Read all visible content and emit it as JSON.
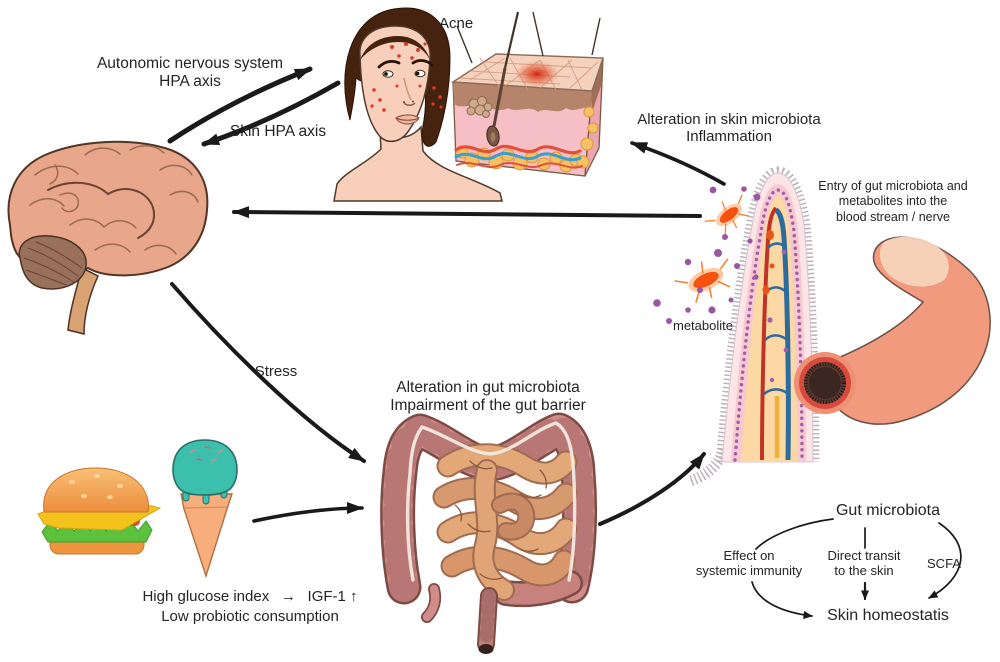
{
  "labels": {
    "acne": "Acne",
    "autonomic": "Autonomic nervous system\nHPA axis",
    "skin_hpa": "Skin HPA axis",
    "alteration_skin": "Alteration in skin microbiota\nInflammation",
    "entry": "Entry of gut microbiota and\nmetabolites into the\nblood stream / nerve",
    "metabolite": "metabolite",
    "stress": "Stress",
    "alteration_gut": "Alteration in gut microbiota\nImpairment of the gut barrier",
    "diet": "High glucose index  →  IGF-1 ↑\nLow probiotic consumption",
    "gut_microbiota": "Gut microbiota",
    "effect_immunity": "Effect on\nsystemic immunity",
    "direct_transit": "Direct transit\nto the skin",
    "scfa": "SCFA",
    "skin_homeostatis": "Skin homeostatis"
  },
  "colors": {
    "arrow": "#1a1a1a",
    "text": "#242424",
    "brain": "#e8a68b",
    "cerebellum": "#99705a",
    "skin_dermis": "#f6bfc6",
    "epidermis": "#b5846a",
    "fat": "#f6c162",
    "colon": "#cf8c88",
    "small_intestine": "#e2a878",
    "villus_body": "#fce4e7",
    "villus_core": "#fbd8a4",
    "blood_vessel": "#f19a7e",
    "bacteria": "#f4520e",
    "metabolite_dot": "#9a58a2",
    "scoop": "#3dbfae",
    "cone": "#f8ad7d",
    "bun": "#ee9140",
    "cheese": "#f3c21b",
    "lettuce": "#5cc13d"
  }
}
